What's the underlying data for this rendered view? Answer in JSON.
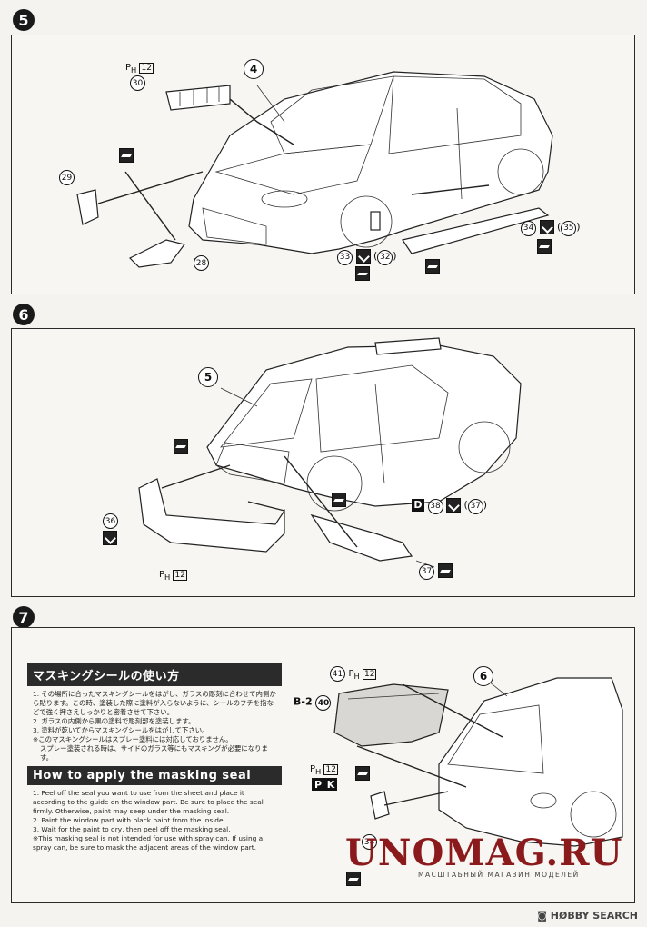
{
  "steps": [
    {
      "number": "5",
      "callouts": {
        "part_ref_main": "4",
        "ph_label": "P",
        "ph_sub": "H",
        "ph_box": "12",
        "p30": "30",
        "p29": "29",
        "p28": "28",
        "p33": "33",
        "p32": "32",
        "p34": "34",
        "p35": "35"
      }
    },
    {
      "number": "6",
      "callouts": {
        "part_ref_main": "5",
        "p36": "36",
        "ph_label": "P",
        "ph_sub": "H",
        "ph_box": "12",
        "decal_letter": "D",
        "p38": "38",
        "p37a": "37",
        "p37b": "37"
      }
    },
    {
      "number": "7",
      "callouts": {
        "part_ref_main": "6",
        "p41": "41",
        "ph_label": "P",
        "ph_sub": "H",
        "ph_box": "12",
        "b2_label": "B-2",
        "p40": "40",
        "p38": "38",
        "pk_label": "P",
        "pk_letter": "K"
      }
    }
  ],
  "instructions": {
    "jp_title": "マスキングシールの使い方",
    "jp_lines": [
      "1. その場所に合ったマスキングシールをはがし、ガラスの彫刻に合わせて内側から貼ります。この時、塗装した際に塗料が入らないように、シールのフチを指などで強く押さえしっかりと密着させて下さい。",
      "2. ガラスの内側から黒の塗料で彫刻部を塗装します。",
      "3. 塗料が乾いてからマスキングシールをはがして下さい。",
      "※このマスキングシールはスプレー塗料には対応しておりません。",
      "スプレー塗装される時は、サイドのガラス等にもマスキングが必要になります。"
    ],
    "en_title": "How to apply the masking seal",
    "en_lines": [
      "1. Peel off the seal you want to use from the sheet and place it according to the guide on the window part. Be sure to place the seal firmly. Otherwise, paint may seep under the masking seal.",
      "2. Paint the window part with black paint from the inside.",
      "3. Wait for the paint to dry, then peel off the masking seal.",
      "※This masking seal is not intended for use with spray can. If using a spray can, be sure to mask the adjacent areas of the window part."
    ]
  },
  "watermark": {
    "brand": "UNOMAG.RU",
    "sub": "МАСШТАБНЫЙ МАГАЗИН МОДЕЛЕЙ"
  },
  "footer": {
    "credit": "HØBBY SEARCH"
  },
  "icons": {
    "paint": "paint-bottle-icon",
    "file": "sandpaper-file-icon"
  }
}
